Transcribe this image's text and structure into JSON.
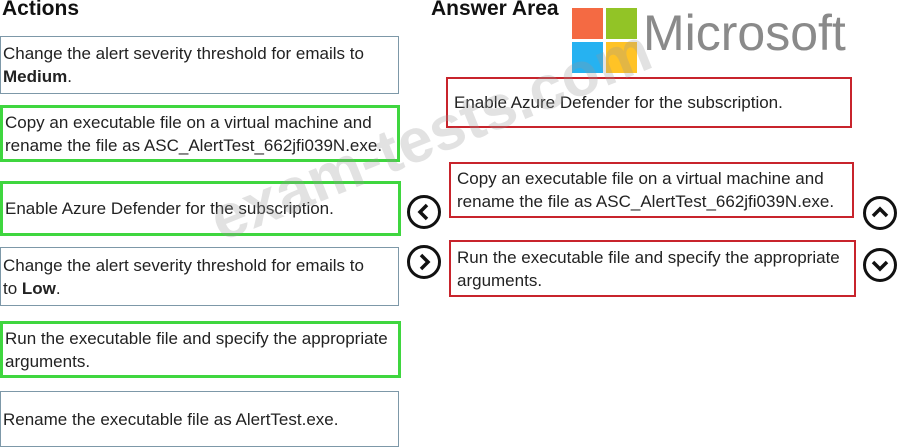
{
  "actions": {
    "heading": "Actions",
    "items": [
      {
        "text": "Change the alert severity threshold for emails to",
        "bold": "Medium",
        "suffix": "."
      },
      {
        "text": "Copy an executable file on a virtual machine and rename the file as ASC_AlertTest_662jfi039N.exe."
      },
      {
        "text": "Enable Azure Defender for the subscription."
      },
      {
        "text": "Change the alert severity threshold for emails to",
        "bold": "Low",
        "suffix": "."
      },
      {
        "text": "Run the executable file and specify the appropriate arguments."
      },
      {
        "text": "Rename the executable file as AlertTest.exe."
      }
    ]
  },
  "answer": {
    "heading": "Answer Area",
    "items": [
      {
        "text": "Enable Azure Defender for the subscription."
      },
      {
        "text": "Copy an executable file on a virtual machine and rename the file as ASC_AlertTest_662jfi039N.exe."
      },
      {
        "text": "Run the executable file and specify the appropriate arguments."
      }
    ]
  },
  "logo": {
    "text": "Microsoft"
  },
  "watermark": "exam-tests.com",
  "colors": {
    "selected": "#3fd63f",
    "answer": "#c8242c"
  }
}
